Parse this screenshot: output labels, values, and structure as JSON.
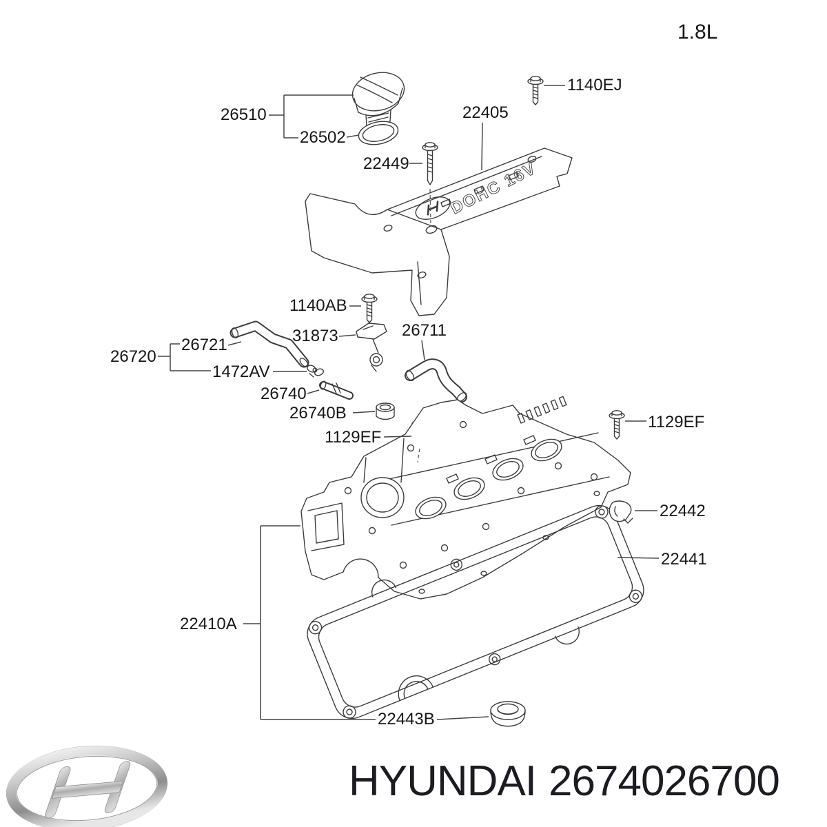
{
  "title": {
    "engine_variant": "1.8L"
  },
  "cover_text": "DOHC 16V",
  "labels": {
    "l26510": "26510",
    "l26502": "26502",
    "l22449": "22449",
    "l22405": "22405",
    "l1140EJ": "1140EJ",
    "l1140AB": "1140AB",
    "l31873": "31873",
    "l26711": "26711",
    "l26721": "26721",
    "l26720": "26720",
    "l1472AV": "1472AV",
    "l26740": "26740",
    "l26740B": "26740B",
    "l1129EF": "1129EF",
    "l22442": "22442",
    "l22441": "22441",
    "l22410A": "22410A",
    "l22443B": "22443B"
  },
  "footer": {
    "brand": "HYUNDAI",
    "part_number": "2674026700"
  },
  "icons": {
    "logo": "hyundai-oval-logo"
  },
  "colors": {
    "line": "#3c3c3c",
    "text": "#17171a",
    "logo_metal": "#b9b9b9"
  }
}
